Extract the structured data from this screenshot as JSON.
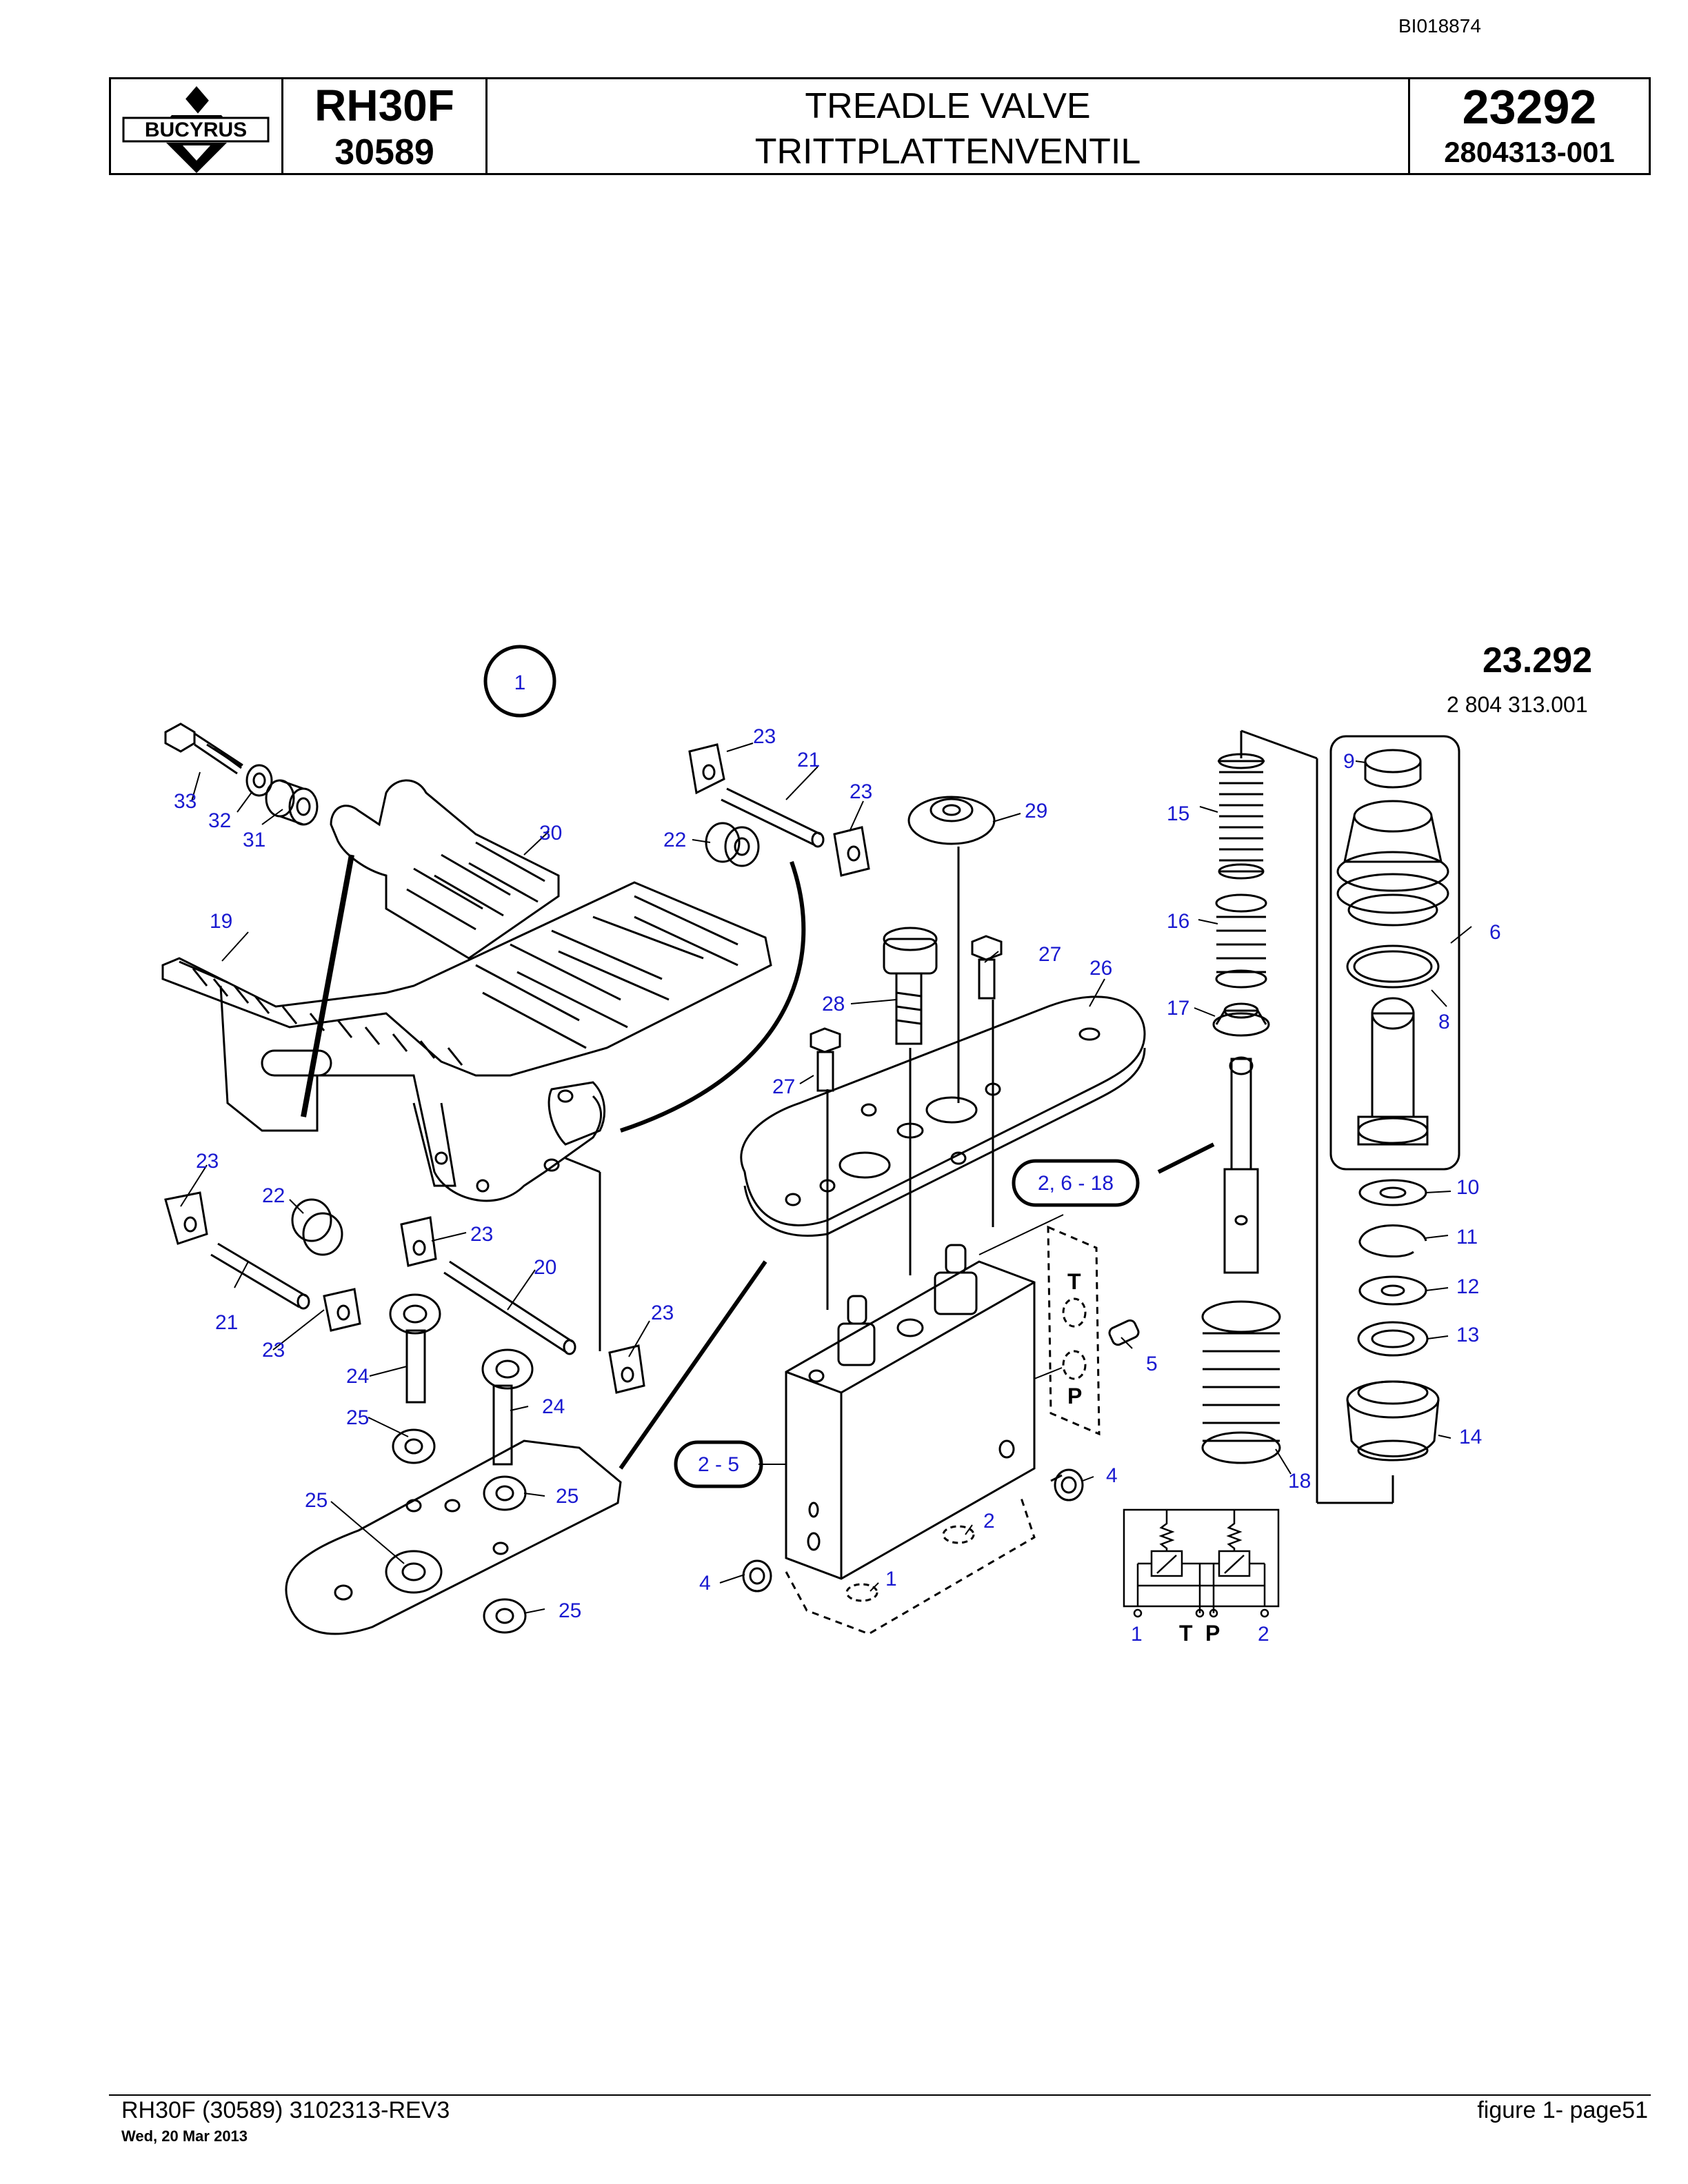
{
  "doc_id": "BI018874",
  "header": {
    "logo_text": "BUCYRUS",
    "model": "RH30F",
    "serial": "30589",
    "title_en": "TREADLE VALVE",
    "title_de": "TRITTPLATTENVENTIL",
    "group_number": "23292",
    "part_number": "2804313-001"
  },
  "figure": {
    "group_label": "23.292",
    "part_code": "2 804 313.001",
    "view_number": "1",
    "callouts": [
      "1",
      "2",
      "4",
      "5",
      "6",
      "8",
      "9",
      "10",
      "11",
      "12",
      "13",
      "14",
      "15",
      "16",
      "17",
      "18",
      "19",
      "20",
      "21",
      "22",
      "23",
      "24",
      "25",
      "26",
      "27",
      "28",
      "29",
      "30",
      "31",
      "32",
      "33"
    ],
    "boxed_callouts": [
      "2, 6 - 18",
      "2 - 5"
    ],
    "port_labels": [
      "T",
      "P",
      "1",
      "2"
    ]
  },
  "footer": {
    "left": "RH30F (30589) 3102313-REV3",
    "date": "Wed, 20 Mar 2013",
    "right": "figure  1- page51"
  }
}
